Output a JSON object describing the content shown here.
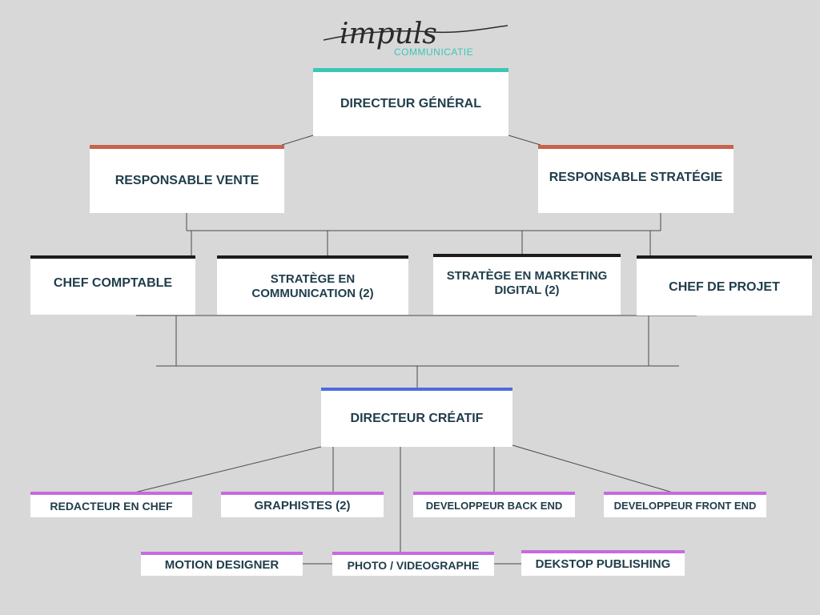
{
  "colors": {
    "background": "#d8d8d8",
    "text": "#1f3d4a",
    "accent_teal": "#3cc7b5",
    "accent_red": "#c8624f",
    "accent_black": "#1c1c1c",
    "accent_blue": "#4a6be0",
    "accent_violet": "#c66ae0"
  },
  "logo": {
    "wordmark": "impuls",
    "subtitle": "COMMUNICATIE"
  },
  "nodes": {
    "ceo": "DIRECTEUR GÉNÉRAL",
    "sales": "RESPONSABLE VENTE",
    "strategy": "RESPONSABLE STRATÉGIE",
    "accountant": "CHEF COMPTABLE",
    "comms_strategist": [
      "STRATÈGE EN",
      "COMMUNICATION (2)"
    ],
    "digital_strategist": [
      "STRATÈGE EN MARKETING",
      "DIGITAL (2)"
    ],
    "project_lead": "CHEF DE PROJET",
    "creative_director": "DIRECTEUR CRÉATIF",
    "editor": "REDACTEUR EN CHEF",
    "designers": "GRAPHISTES (2)",
    "backend": "DEVELOPPEUR BACK END",
    "frontend": "DEVELOPPEUR FRONT END",
    "motion": "MOTION DESIGNER",
    "photo": "PHOTO / VIDEOGRAPHE",
    "dtp": "DEKSTOP PUBLISHING"
  }
}
